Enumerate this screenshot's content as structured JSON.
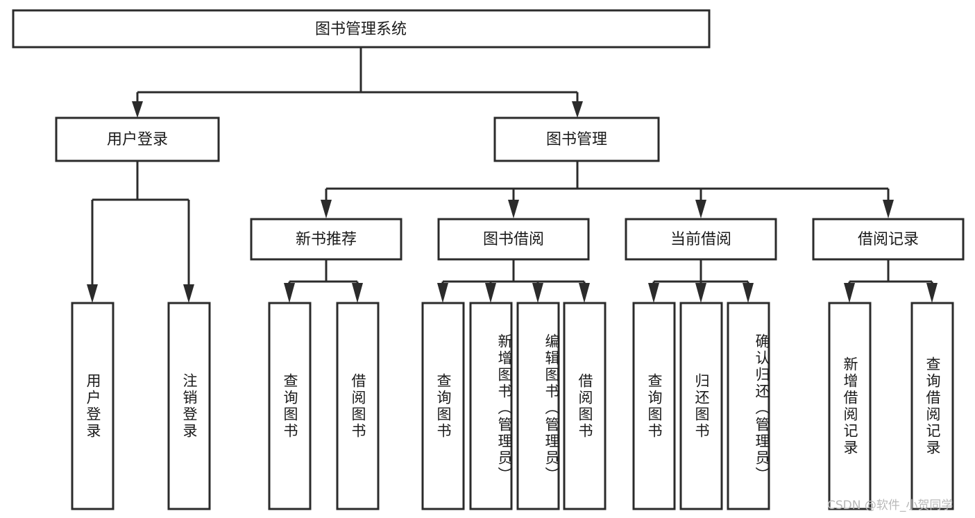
{
  "diagram": {
    "title": "图书管理系统",
    "type": "tree",
    "watermark": "CSDN @软件_小贺同学",
    "colors": {
      "box_stroke": "#2b2b2b",
      "box_fill": "#ffffff",
      "text": "#1a1a1a",
      "watermark": "#b9b9b9",
      "background": "#ffffff"
    },
    "levels": {
      "root": {
        "label": "图书管理系统"
      },
      "level2": [
        {
          "id": "user-login",
          "label": "用户登录"
        },
        {
          "id": "book-management",
          "label": "图书管理"
        }
      ],
      "level3": [
        {
          "id": "new-book-recommend",
          "label": "新书推荐",
          "parent": "book-management"
        },
        {
          "id": "book-borrow",
          "label": "图书借阅",
          "parent": "book-management"
        },
        {
          "id": "current-borrow",
          "label": "当前借阅",
          "parent": "book-management"
        },
        {
          "id": "borrow-record",
          "label": "借阅记录",
          "parent": "book-management"
        }
      ],
      "leaves": [
        {
          "id": "leaf-user-login",
          "label": "用户登录",
          "parent": "user-login"
        },
        {
          "id": "leaf-logout",
          "label": "注销登录",
          "parent": "user-login"
        },
        {
          "id": "leaf-query-book-1",
          "label": "查询图书",
          "parent": "new-book-recommend"
        },
        {
          "id": "leaf-borrow-book-1",
          "label": "借阅图书",
          "parent": "new-book-recommend"
        },
        {
          "id": "leaf-query-book-2",
          "label": "查询图书",
          "parent": "book-borrow"
        },
        {
          "id": "leaf-add-book",
          "label": "新增图书（管理员）",
          "parent": "book-borrow"
        },
        {
          "id": "leaf-edit-book",
          "label": "编辑图书（管理员）",
          "parent": "book-borrow"
        },
        {
          "id": "leaf-borrow-book-2",
          "label": "借阅图书",
          "parent": "book-borrow"
        },
        {
          "id": "leaf-query-book-3",
          "label": "查询图书",
          "parent": "current-borrow"
        },
        {
          "id": "leaf-return-book",
          "label": "归还图书",
          "parent": "current-borrow"
        },
        {
          "id": "leaf-confirm-return",
          "label": "确认归还（管理员）",
          "parent": "current-borrow"
        },
        {
          "id": "leaf-add-record",
          "label": "新增借阅记录",
          "parent": "borrow-record"
        },
        {
          "id": "leaf-query-record",
          "label": "查询借阅记录",
          "parent": "borrow-record"
        }
      ]
    }
  }
}
